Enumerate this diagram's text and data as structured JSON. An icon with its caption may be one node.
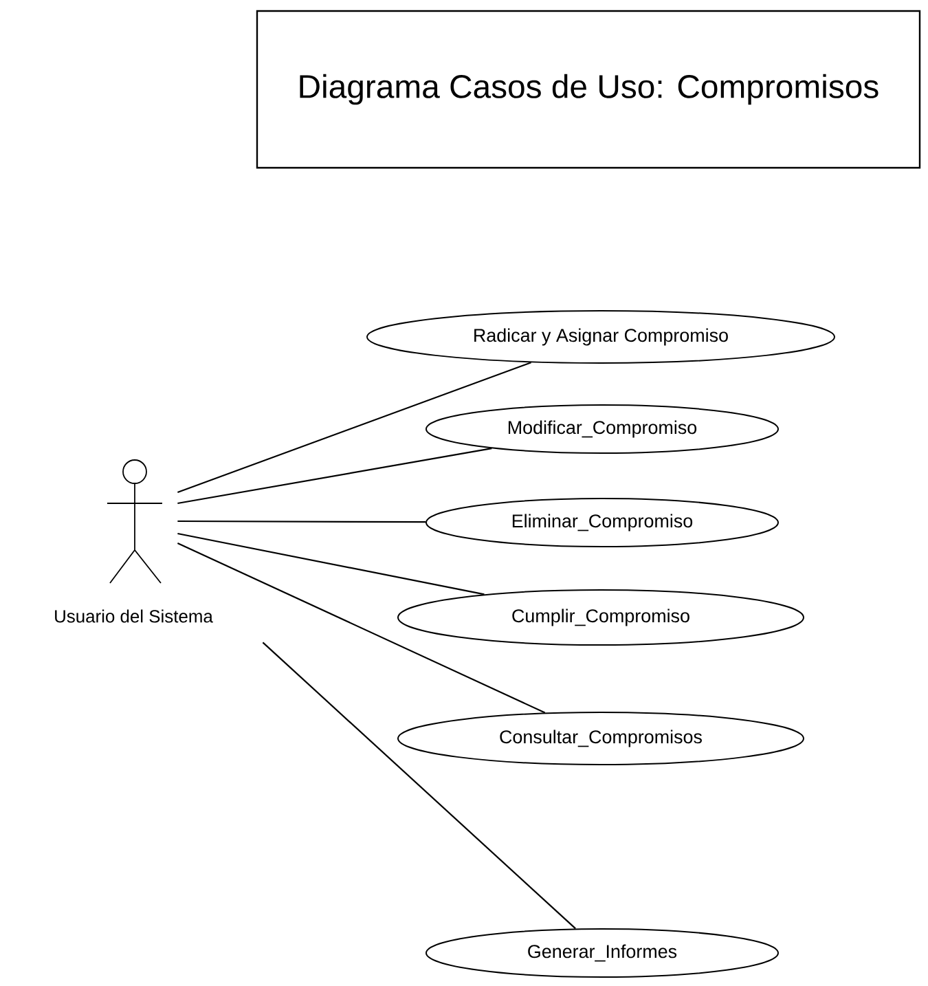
{
  "diagram": {
    "nodes": [
      {
        "text": [
          "Diagrama Casos de Uso: Compromisos"
        ]
      },
      {
        "text": [
          "Usuario del Sistema"
        ]
      },
      {
        "text": [
          "Radicar y Asignar Compromiso"
        ]
      },
      {
        "text": [
          "Modificar_Compromiso"
        ]
      },
      {
        "text": [
          "Eliminar_Compromiso"
        ]
      },
      {
        "text": [
          "Cumplir_Compromiso"
        ]
      },
      {
        "text": [
          "Consultar_Compromisos"
        ]
      },
      {
        "text": [
          "Generar_Informes"
        ]
      }
    ],
    "edges": [
      {
        "from": 1,
        "to": 2,
        "arrow": "none"
      },
      {
        "from": 1,
        "to": 3,
        "arrow": "none"
      },
      {
        "from": 1,
        "to": 4,
        "arrow": "none"
      },
      {
        "from": 1,
        "to": 5,
        "arrow": "none"
      },
      {
        "from": 1,
        "to": 6,
        "arrow": "none"
      },
      {
        "from": 1,
        "to": 7,
        "arrow": "none"
      }
    ]
  }
}
